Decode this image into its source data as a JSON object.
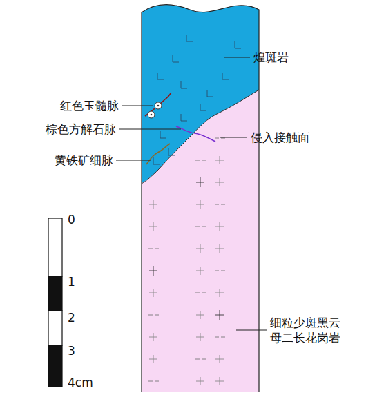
{
  "diagram": {
    "labels": [
      "煌斑岩",
      "红色玉髓脉",
      "棕色方解石脉",
      "侵入接触面",
      "黄铁矿细脉",
      "细粒少斑黑云母二长花岗岩",
      "0",
      "1",
      "2",
      "3",
      "4cm"
    ]
  }
}
